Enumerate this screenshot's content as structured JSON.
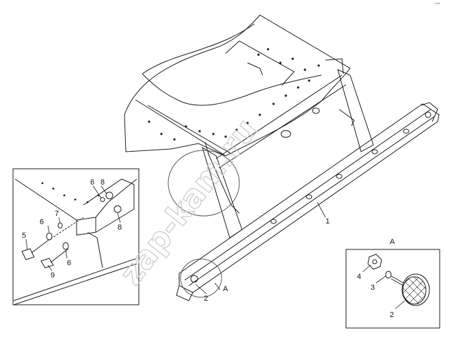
{
  "drawing": {
    "corner_mark": "°°°",
    "watermark": "zap-kam.ru",
    "view_label_main": "A",
    "detail_view": {
      "title": "A",
      "callouts": [
        {
          "id": "d-4",
          "label": "4"
        },
        {
          "id": "d-3",
          "label": "3"
        },
        {
          "id": "d-2",
          "label": "2"
        }
      ]
    },
    "inset_callouts": [
      {
        "id": "i-8a",
        "label": "8"
      },
      {
        "id": "i-6a",
        "label": "6"
      },
      {
        "id": "i-8b",
        "label": "8"
      },
      {
        "id": "i-7",
        "label": "7"
      },
      {
        "id": "i-6b",
        "label": "6"
      },
      {
        "id": "i-5",
        "label": "5"
      },
      {
        "id": "i-6c",
        "label": "6"
      },
      {
        "id": "i-9",
        "label": "9"
      }
    ],
    "main_callouts": [
      {
        "id": "m-1",
        "label": "1"
      },
      {
        "id": "m-2",
        "label": "2"
      }
    ]
  },
  "colors": {
    "line": "#1a1a1a",
    "background": "#ffffff",
    "watermark": "#cfcfcf"
  }
}
